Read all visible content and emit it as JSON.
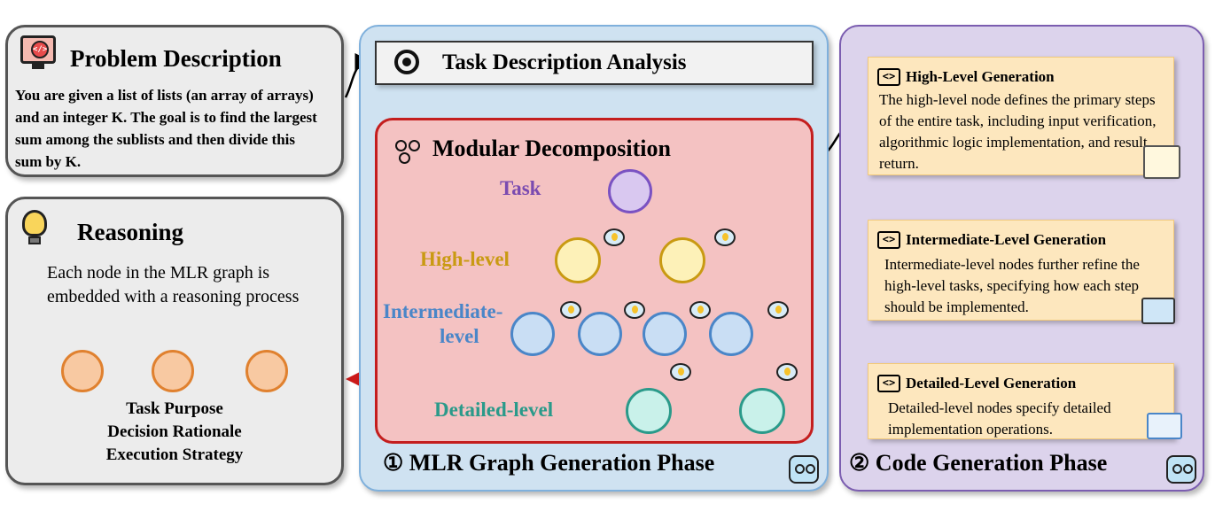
{
  "problem": {
    "title": "Problem Description",
    "text": "You are given a list of lists (an array of arrays) and an integer K. The goal is to find the largest sum among the sublists and then divide this sum by K."
  },
  "reasoning": {
    "title": "Reasoning",
    "text": "Each node in the MLR graph is embedded with a reasoning process",
    "labels": [
      "Task Purpose",
      "Decision Rationale",
      "Execution Strategy"
    ]
  },
  "phase1": {
    "task_box": "Task Description Analysis",
    "decomp_title": "Modular Decomposition",
    "levels": {
      "task": "Task",
      "high": "High-level",
      "intermediate_1": "Intermediate-",
      "intermediate_2": "level",
      "detailed": "Detailed-level"
    },
    "footer": "① MLR Graph Generation Phase"
  },
  "phase2": {
    "cards": [
      {
        "title": "High-Level Generation",
        "text": "The high-level node defines the primary steps of the entire task, including input verification, algorithmic logic implementation, and result return."
      },
      {
        "title": "Intermediate-Level Generation",
        "text": "Intermediate-level nodes further refine the high-level tasks, specifying how each step should be implemented."
      },
      {
        "title": "Detailed-Level Generation",
        "text": "Detailed-level nodes specify detailed implementation operations."
      }
    ],
    "footer": "② Code Generation Phase"
  },
  "colors": {
    "task_node": "#d9c8f0",
    "high_node": "#fdf1b8",
    "intermediate_node": "#c9def4",
    "detailed_node": "#c9f1ea",
    "reason_node": "#f8c9a2",
    "decomp_bg": "#f4c2c2",
    "phase1_bg": "#cfe2f1",
    "phase2_bg": "#dcd3ec"
  }
}
